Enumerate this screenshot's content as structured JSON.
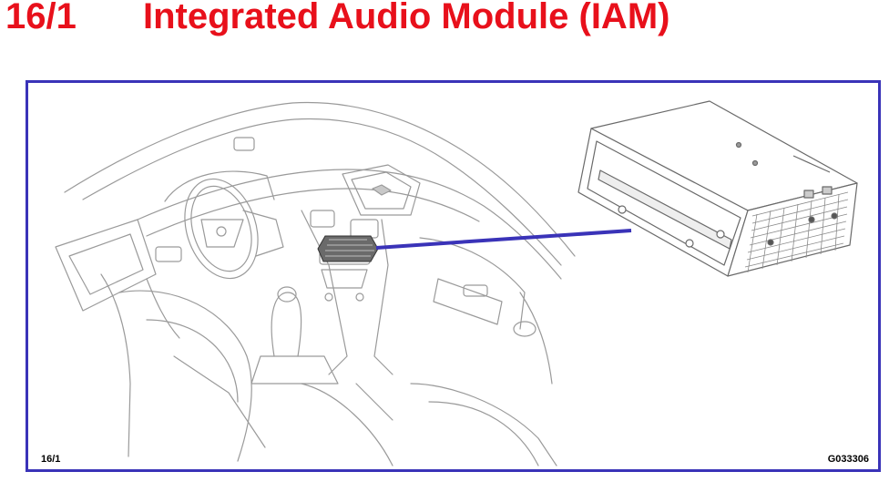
{
  "header": {
    "section_number": "16/1",
    "title": "Integrated Audio Module (IAM)"
  },
  "figure": {
    "footer_left": "16/1",
    "footer_right": "G033306"
  },
  "colors": {
    "title": "#e8101b",
    "frame": "#3a33b8",
    "pointer": "#3a33b8",
    "line_art": "#9a9a9a",
    "module_line": "#6a6a6a"
  },
  "icons": {
    "dashboard": "car-interior-illustration",
    "module": "audio-module-unit"
  }
}
